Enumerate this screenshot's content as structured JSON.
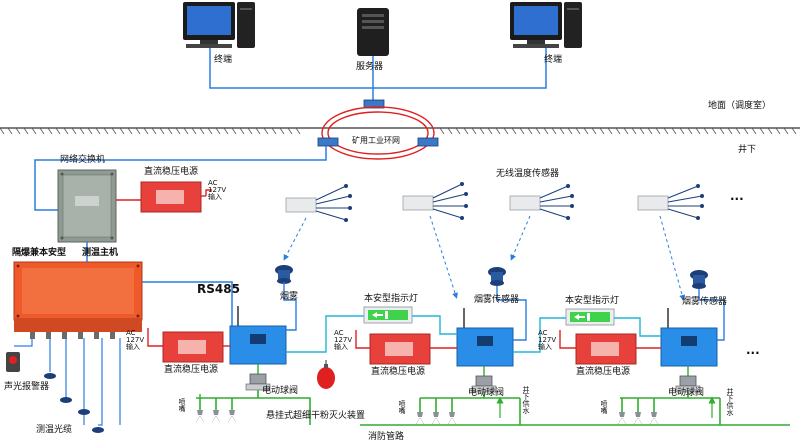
{
  "labels": {
    "terminal_left": "终端",
    "server": "服务器",
    "terminal_right": "终端",
    "ground": "地面（调度室）",
    "ring_network": "矿用工业环网",
    "underground": "井下",
    "network_switch": "网络交换机",
    "dc_power_top": "直流稳压电源",
    "ac_input_top": "AC 127V 输入",
    "host_left": "隔爆兼本安型",
    "host_right": "测温主机",
    "wireless_sensor": "无线温度传感器",
    "rs485": "RS485",
    "smoke_1": "烟雾",
    "exit_sign_1": "本安型指示灯",
    "smoke_sensor_2": "烟雾传感器",
    "exit_sign_2": "本安型指示灯",
    "smoke_sensor_3": "烟雾传感器",
    "ac_input_1": "AC 127V 输入",
    "ac_input_2": "AC 127V 输入",
    "ac_input_3": "AC 127V 输入",
    "dc_power_1": "直流稳压电源",
    "dc_power_2": "直流稳压电源",
    "dc_power_3": "直流稳压电源",
    "valve_1": "电动球阀",
    "valve_2": "电动球阀",
    "valve_3": "电动球阀",
    "extinguisher": "悬挂式超细干粉灭火装置",
    "alarm": "声光报警器",
    "temp_cable": "测温光缆",
    "nozzle_1": "喷嘴",
    "nozzle_2": "喷嘴",
    "nozzle_3": "喷嘴",
    "water_2": "井下供水",
    "water_3": "井下供水",
    "fire_pipe": "消防管路",
    "ellipsis_top": "...",
    "ellipsis_right": "..."
  },
  "colors": {
    "blue_line": "#2a7de1",
    "red_line": "#e02020",
    "green_line": "#2fae2f",
    "cyan_line": "#22b5d8",
    "red_box": "#e8403a",
    "orange_host": "#f05a2a",
    "blue_box": "#2a8ee8",
    "sign_green": "#3fd24a"
  }
}
